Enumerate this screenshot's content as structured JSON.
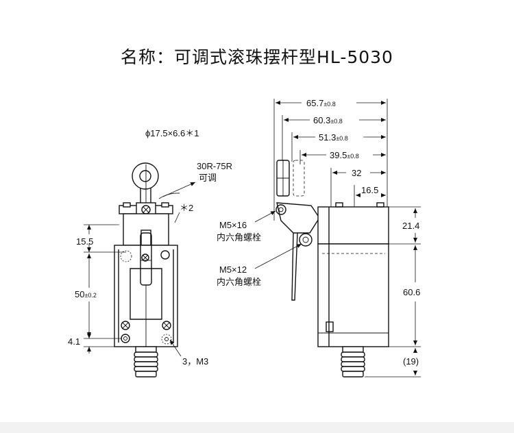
{
  "title": "名称：可调式滚珠摆杆型HL-5030",
  "front_view": {
    "roller_dim": "ϕ17.5×6.6＊1",
    "arm_radius": "30R-75R",
    "arm_radius_note": "可调",
    "note_mark": "＊2",
    "dim_15_5": "15.5",
    "dim_50_value": "50",
    "dim_50_tol": "±0.2",
    "dim_4_1": "4.1",
    "mount_screw": "3，M3"
  },
  "side_view": {
    "dim_65_7_value": "65.7",
    "dim_65_7_tol": "±0.8",
    "dim_60_3_value": "60.3",
    "dim_60_3_tol": "±0.8",
    "dim_51_3_value": "51.3",
    "dim_51_3_tol": "±0.8",
    "dim_39_5_value": "39.5",
    "dim_39_5_tol": "±0.8",
    "dim_32": "32",
    "dim_16_5": "16.5",
    "dim_21_4": "21.4",
    "dim_60_6": "60.6",
    "dim_19": "(19)",
    "screw1_size": "M5×16",
    "screw1_type": "内六角螺栓",
    "screw2_size": "M5×12",
    "screw2_type": "内六角螺栓"
  }
}
